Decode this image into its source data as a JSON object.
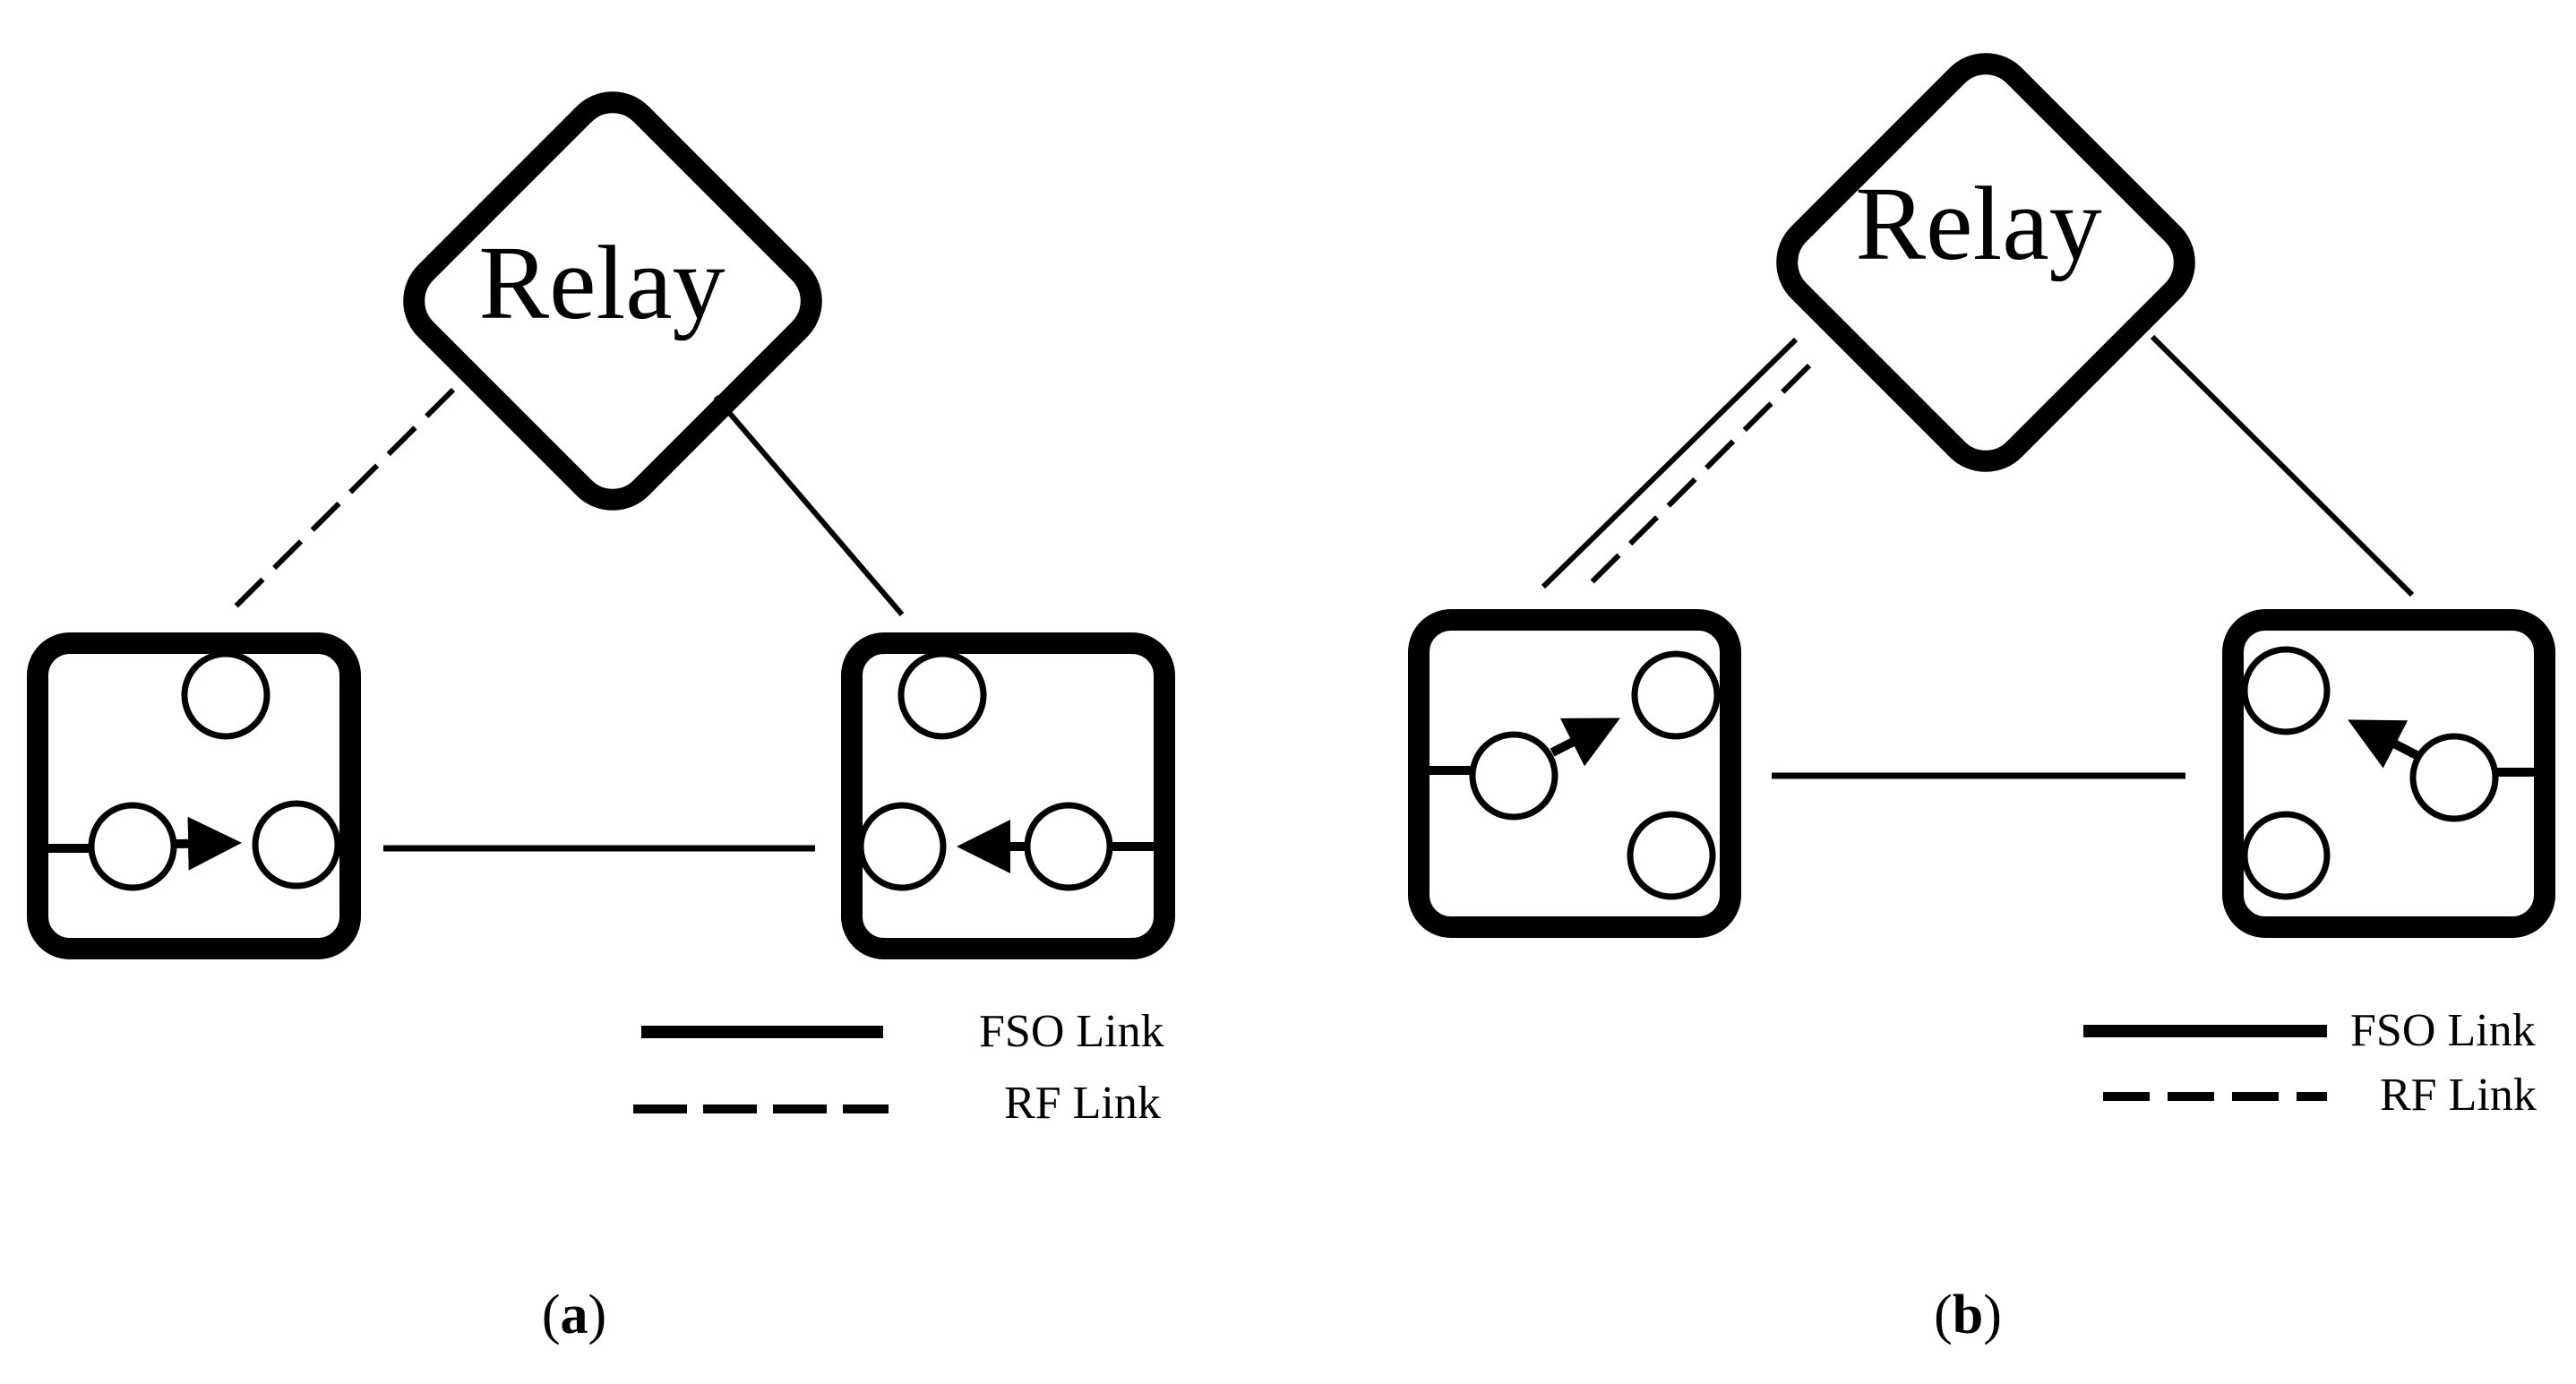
{
  "panels": [
    {
      "id": "a",
      "caption_open": "(",
      "caption_letter": "a",
      "caption_close": ")",
      "relay_label": "Relay",
      "legend": {
        "fso_label": "FSO Link",
        "rf_label": "RF Link"
      }
    },
    {
      "id": "b",
      "caption_open": "(",
      "caption_letter": "b",
      "caption_close": ")",
      "relay_label": "Relay",
      "legend": {
        "fso_label": "FSO Link",
        "rf_label": "RF Link"
      }
    }
  ],
  "colors": {
    "stroke": "#000000",
    "background": "#ffffff"
  }
}
